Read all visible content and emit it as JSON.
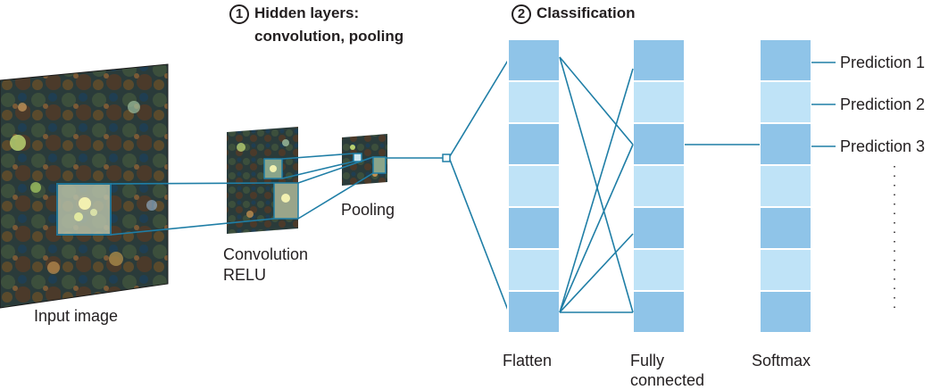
{
  "stage1": {
    "number": "1",
    "title_line1": "Hidden layers:",
    "title_line2": "convolution, pooling"
  },
  "stage2": {
    "number": "2",
    "title": "Classification"
  },
  "labels": {
    "input": "Input image",
    "convolution_line1": "Convolution",
    "convolution_line2": "RELU",
    "pooling": "Pooling",
    "flatten": "Flatten",
    "fully_connected_line1": "Fully",
    "fully_connected_line2": "connected",
    "softmax": "Softmax"
  },
  "predictions": [
    "Prediction 1",
    "Prediction 2",
    "Prediction 3"
  ],
  "colors": {
    "dark_cell": "#8fc4e8",
    "light_cell": "#bfe3f7",
    "line": "#1f7ea6",
    "cell_border": "#ffffff"
  }
}
